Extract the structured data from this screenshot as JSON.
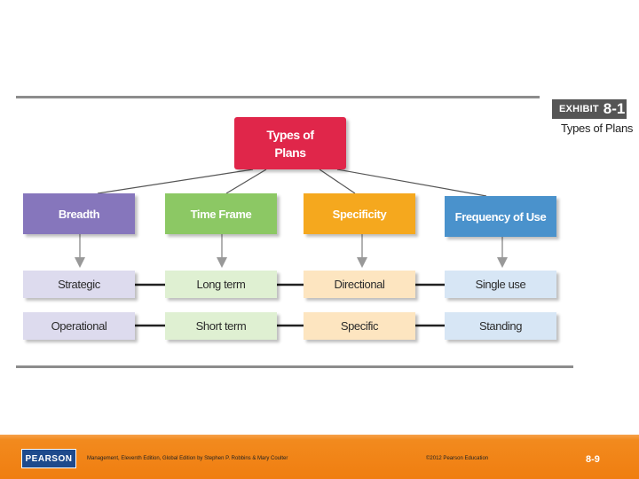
{
  "exhibit": {
    "label_word": "EXHIBIT",
    "label_number": "8-1",
    "title": "Types of Plans"
  },
  "root": {
    "line1": "Types of",
    "line2": "Plans"
  },
  "categories": [
    {
      "label": "Breadth",
      "color": "#8676bc"
    },
    {
      "label": "Time Frame",
      "color": "#8cc864"
    },
    {
      "label": "Specificity",
      "color": "#f5a81e"
    },
    {
      "label": "Frequency of Use",
      "color": "#4a92cc"
    }
  ],
  "rows": [
    [
      "Strategic",
      "Long term",
      "Directional",
      "Single use"
    ],
    [
      "Operational",
      "Short term",
      "Specific",
      "Standing"
    ]
  ],
  "footer": {
    "logo": "PEARSON",
    "citation": "Management, Eleventh Edition, Global Edition by Stephen P. Robbins & Mary Coulter",
    "copyright": "©2012 Pearson Education",
    "page": "8-9",
    "color": "#f07e10"
  }
}
